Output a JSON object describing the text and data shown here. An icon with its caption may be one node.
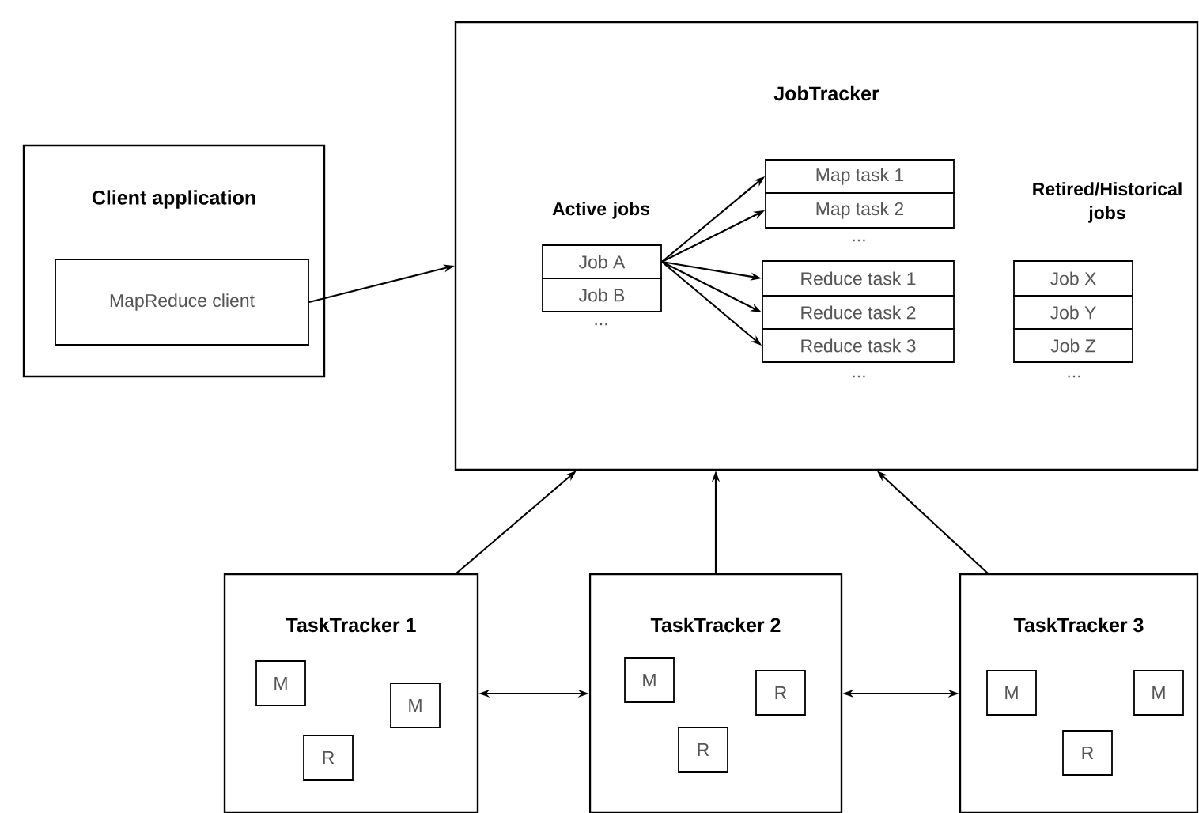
{
  "diagram": {
    "nodes": [
      {
        "text": [
          "Client application"
        ]
      },
      {
        "text": [
          "MapReduce client"
        ],
        "in": 0
      },
      {
        "text": [
          "JobTracker"
        ]
      },
      {
        "text": [
          "Job A"
        ],
        "in": 2
      },
      {
        "text": [
          "Job B"
        ],
        "in": 2
      },
      {
        "text": [
          "Map task 1"
        ],
        "in": 2
      },
      {
        "text": [
          "Map task 2"
        ],
        "in": 2
      },
      {
        "text": [
          "Reduce task 1"
        ],
        "in": 2
      },
      {
        "text": [
          "Reduce task 2"
        ],
        "in": 2
      },
      {
        "text": [
          "Reduce task 3"
        ],
        "in": 2
      },
      {
        "text": [
          "Job X"
        ],
        "in": 2
      },
      {
        "text": [
          "Job Y"
        ],
        "in": 2
      },
      {
        "text": [
          "Job Z"
        ],
        "in": 2
      },
      {
        "text": [
          "TaskTracker 1"
        ]
      },
      {
        "text": [
          "M"
        ],
        "in": 13
      },
      {
        "text": [
          "M"
        ],
        "in": 13
      },
      {
        "text": [
          "R"
        ],
        "in": 13
      },
      {
        "text": [
          "TaskTracker 2"
        ]
      },
      {
        "text": [
          "M"
        ],
        "in": 17
      },
      {
        "text": [
          "R"
        ],
        "in": 17
      },
      {
        "text": [
          "R"
        ],
        "in": 17
      },
      {
        "text": [
          "TaskTracker 3"
        ]
      },
      {
        "text": [
          "M"
        ],
        "in": 21
      },
      {
        "text": [
          "M"
        ],
        "in": 21
      },
      {
        "text": [
          "R"
        ],
        "in": 21
      }
    ],
    "edges": [
      {
        "from": 1,
        "to": 2,
        "arrow": "to"
      },
      {
        "from": 3,
        "to": 5,
        "arrow": "to"
      },
      {
        "from": 3,
        "to": 6,
        "arrow": "to"
      },
      {
        "from": 3,
        "to": 7,
        "arrow": "to"
      },
      {
        "from": 3,
        "to": 8,
        "arrow": "to"
      },
      {
        "from": 3,
        "to": 9,
        "arrow": "to"
      },
      {
        "from": 13,
        "to": 2,
        "arrow": "to"
      },
      {
        "from": 17,
        "to": 2,
        "arrow": "to"
      },
      {
        "from": 21,
        "to": 2,
        "arrow": "to"
      },
      {
        "from": 13,
        "to": 17,
        "arrow": "both"
      },
      {
        "from": 17,
        "to": 21,
        "arrow": "both"
      }
    ],
    "labels": [
      "Active jobs",
      "...",
      "Retired/Historical jobs",
      "...",
      "...",
      "..."
    ]
  }
}
